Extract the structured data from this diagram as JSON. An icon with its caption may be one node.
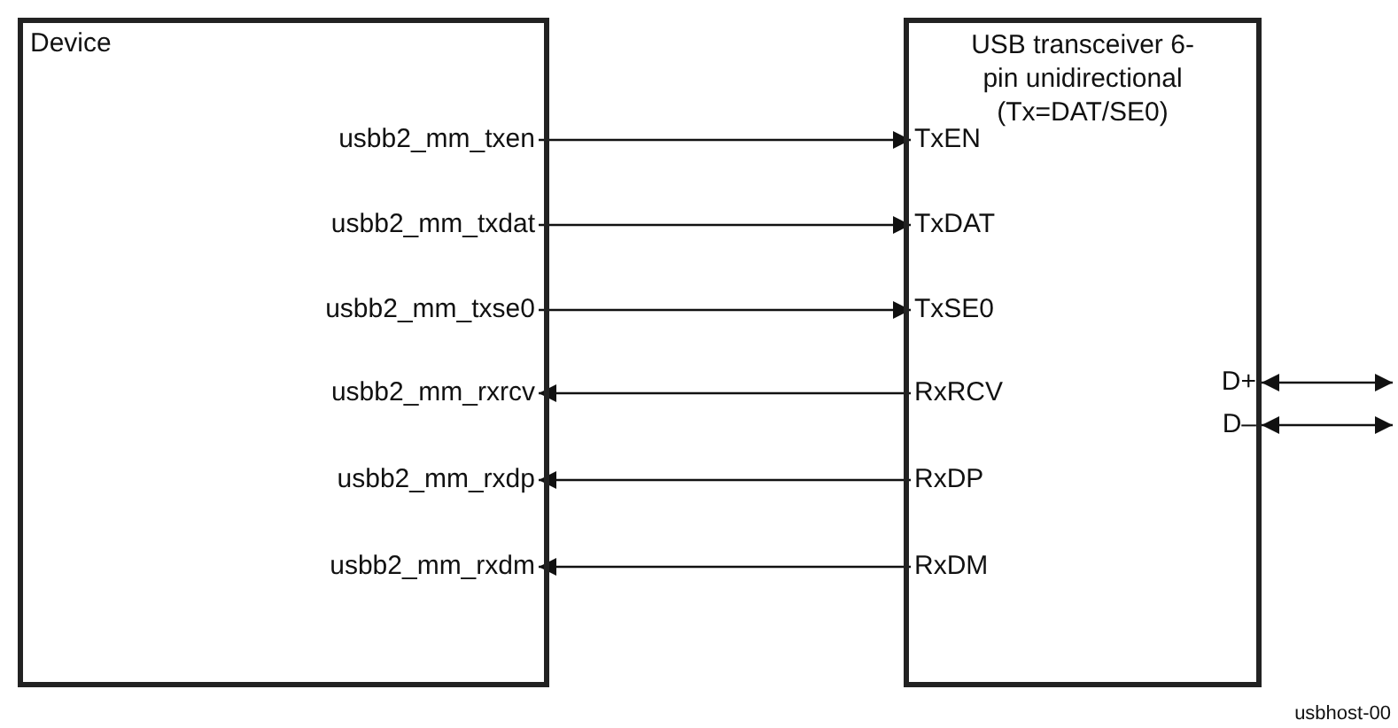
{
  "diagram": {
    "nodes": [
      {
        "text": [
          "Device"
        ]
      },
      {
        "text": [
          "usbb2_mm_txen"
        ],
        "in": 0
      },
      {
        "text": [
          "usbb2_mm_txdat"
        ],
        "in": 0
      },
      {
        "text": [
          "usbb2_mm_txse0"
        ],
        "in": 0
      },
      {
        "text": [
          "usbb2_mm_rxrcv"
        ],
        "in": 0
      },
      {
        "text": [
          "usbb2_mm_rxdp"
        ],
        "in": 0
      },
      {
        "text": [
          "usbb2_mm_rxdm"
        ],
        "in": 0
      },
      {
        "text": [
          "USB transceiver 6-pin unidirectional (Tx=DAT/SE0)"
        ]
      },
      {
        "text": [
          "TxEN"
        ],
        "in": 7
      },
      {
        "text": [
          "TxDAT"
        ],
        "in": 7
      },
      {
        "text": [
          "TxSE0"
        ],
        "in": 7
      },
      {
        "text": [
          "RxRCV"
        ],
        "in": 7
      },
      {
        "text": [
          "RxDP"
        ],
        "in": 7
      },
      {
        "text": [
          "RxDM"
        ],
        "in": 7
      },
      {
        "text": [
          "D+"
        ],
        "in": 7
      },
      {
        "text": [
          "D–"
        ],
        "in": 7
      }
    ],
    "edges": [
      {
        "from": 1,
        "to": 8,
        "arrow": "to"
      },
      {
        "from": 2,
        "to": 9,
        "arrow": "to"
      },
      {
        "from": 3,
        "to": 10,
        "arrow": "to"
      },
      {
        "from": 11,
        "to": 4,
        "arrow": "to"
      },
      {
        "from": 12,
        "to": 5,
        "arrow": "to"
      },
      {
        "from": 13,
        "to": 6,
        "arrow": "to"
      },
      {
        "from": 14,
        "to": null,
        "arrow": "both"
      },
      {
        "from": 15,
        "to": null,
        "arrow": "both"
      }
    ],
    "labels": [
      "usbhost-00"
    ]
  }
}
